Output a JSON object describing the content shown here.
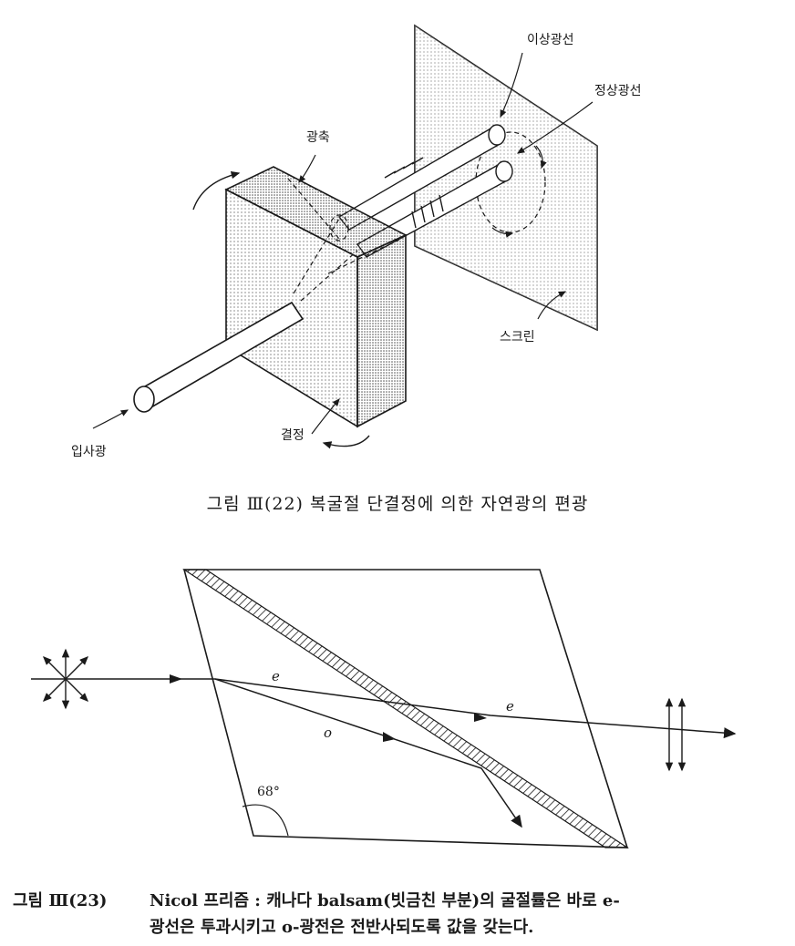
{
  "figure1": {
    "labels": {
      "extraordinary_ray": "이상광선",
      "ordinary_ray": "정상광선",
      "optic_axis": "광축",
      "screen": "스크린",
      "incident_light": "입사광",
      "crystal": "결정"
    },
    "caption": "그림 Ⅲ(22)  복굴절 단결정에 의한 자연광의 편광"
  },
  "figure2": {
    "labels": {
      "e_ray_1": "e",
      "e_ray_2": "e",
      "o_ray": "o",
      "angle": "68°"
    },
    "caption_number": "그림 Ⅲ(23)",
    "caption_line1": "Nicol 프리즘 : 캐나다 balsam(빗금친 부분)의 굴절률은 바로 e-",
    "caption_line2": "광선은 투과시키고 o-광전은 전반사되도록 값을 갖는다."
  }
}
